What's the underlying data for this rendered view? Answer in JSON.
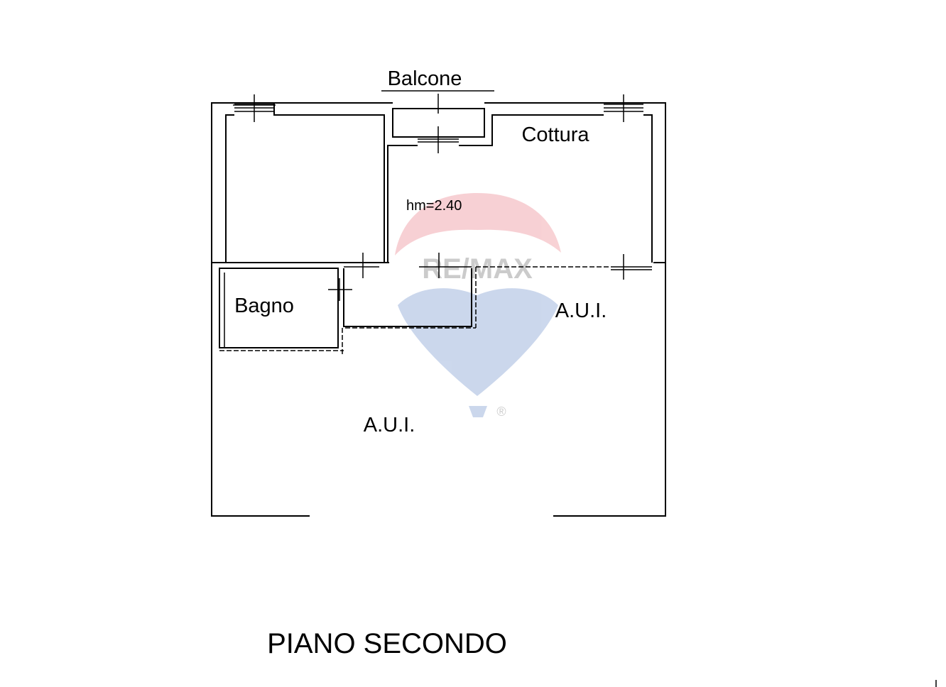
{
  "labels": {
    "balcone": "Balcone",
    "cottura": "Cottura",
    "height_note": "hm=2.40",
    "bagno": "Bagno",
    "aui_right": "A.U.I.",
    "aui_left": "A.U.I.",
    "floor_title": "PIANO SECONDO"
  },
  "watermark": {
    "brand_text": "RE/MAX",
    "registered_mark": "®",
    "colors": {
      "red": "#dc1c2e",
      "blue": "#003da5"
    }
  }
}
